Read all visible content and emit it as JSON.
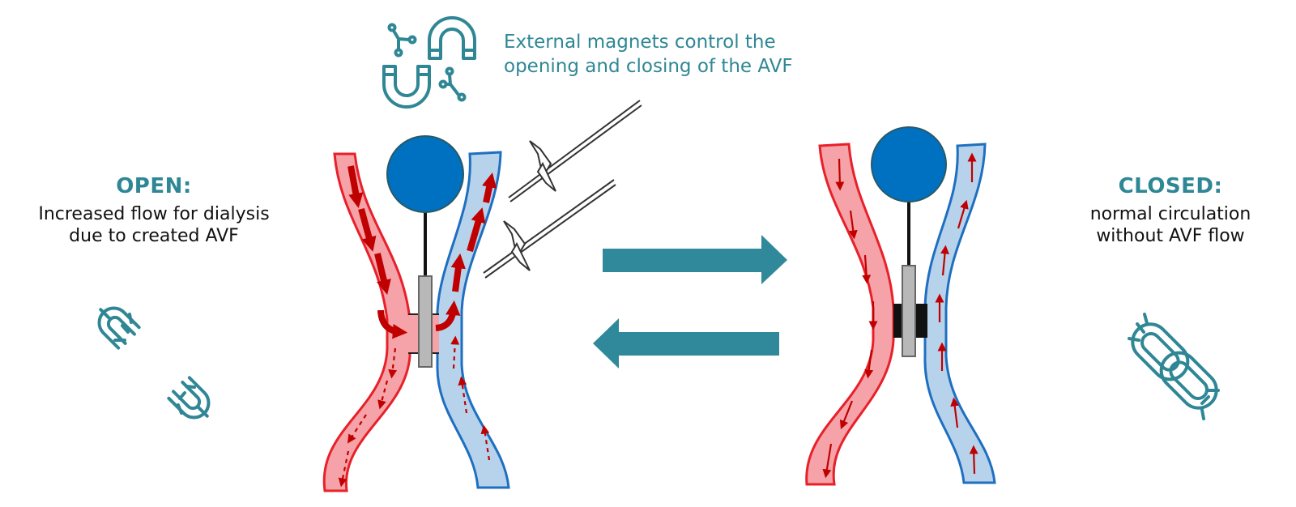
{
  "caption": {
    "line1": "External magnets control the",
    "line2": "opening and closing of the AVF"
  },
  "open_state": {
    "heading": "OPEN:",
    "line1": "Increased flow for dialysis",
    "line2": "due to created AVF",
    "icon": "broken-chain-icon"
  },
  "closed_state": {
    "heading": "CLOSED:",
    "line1": "normal circulation",
    "line2": "without AVF flow",
    "icon": "linked-chain-icon"
  },
  "colors": {
    "accent": "#2f8795",
    "artery_fill": "#f5a3a8",
    "artery_edge": "#e8202a",
    "vein_fill": "#b7d3ec",
    "vein_edge": "#1f6fc0",
    "flow_arrow": "#c00000",
    "magnet": "#0070c0",
    "arrow": "#30899b"
  }
}
